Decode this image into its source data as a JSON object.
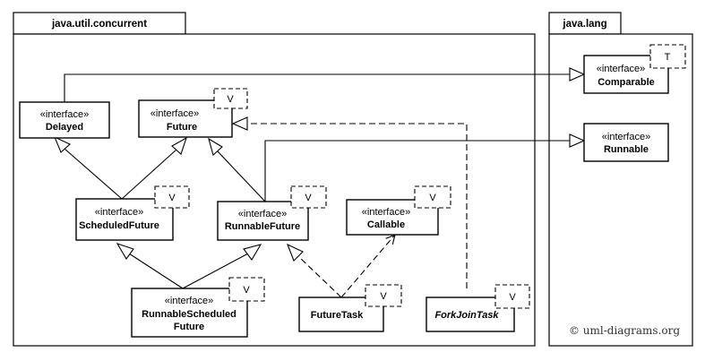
{
  "packages": {
    "concurrent": "java.util.concurrent",
    "lang": "java.lang"
  },
  "stereotype": "«interface»",
  "classes": {
    "delayed": {
      "name": "Delayed"
    },
    "future": {
      "name": "Future",
      "type_param": "V"
    },
    "scheduled_future": {
      "name": "ScheduledFuture",
      "type_param": "V"
    },
    "runnable_future": {
      "name": "RunnableFuture",
      "type_param": "V"
    },
    "callable": {
      "name": "Callable",
      "type_param": "V"
    },
    "runnable_scheduled_future": {
      "name_line1": "RunnableScheduled",
      "name_line2": "Future",
      "type_param": "V"
    },
    "future_task": {
      "name": "FutureTask",
      "type_param": "V"
    },
    "fork_join_task": {
      "name": "ForkJoinTask",
      "type_param": "V"
    },
    "comparable": {
      "name": "Comparable",
      "type_param": "T"
    },
    "runnable": {
      "name": "Runnable"
    }
  },
  "copyright": "© uml-diagrams.org"
}
